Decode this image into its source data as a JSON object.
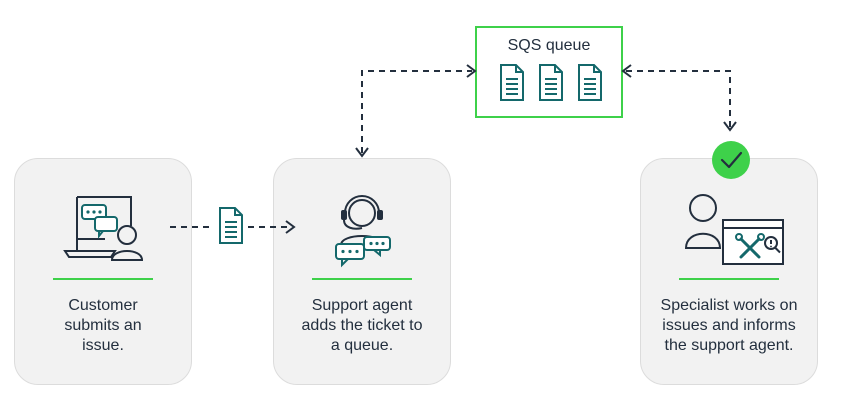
{
  "queue": {
    "title": "SQS queue",
    "document_icons": [
      "document-icon",
      "document-icon",
      "document-icon"
    ]
  },
  "steps": [
    {
      "id": "customer",
      "icon": "customer-chat-laptop-icon",
      "caption": "Customer\nsubmits an\nissue."
    },
    {
      "id": "agent",
      "icon": "support-agent-headset-icon",
      "caption": "Support agent\nadds the ticket to\na queue."
    },
    {
      "id": "specialist",
      "icon": "specialist-tools-icon",
      "caption": "Specialist works on\nissues and informs\nthe support agent."
    }
  ],
  "connectors": {
    "ticket_icon": "ticket-document-icon",
    "status_icon": "checkmark-icon"
  },
  "colors": {
    "accent_green": "#3ed14a",
    "icon_teal": "#14686b",
    "icon_navy": "#232f3e",
    "card_background": "#f2f2f2"
  }
}
